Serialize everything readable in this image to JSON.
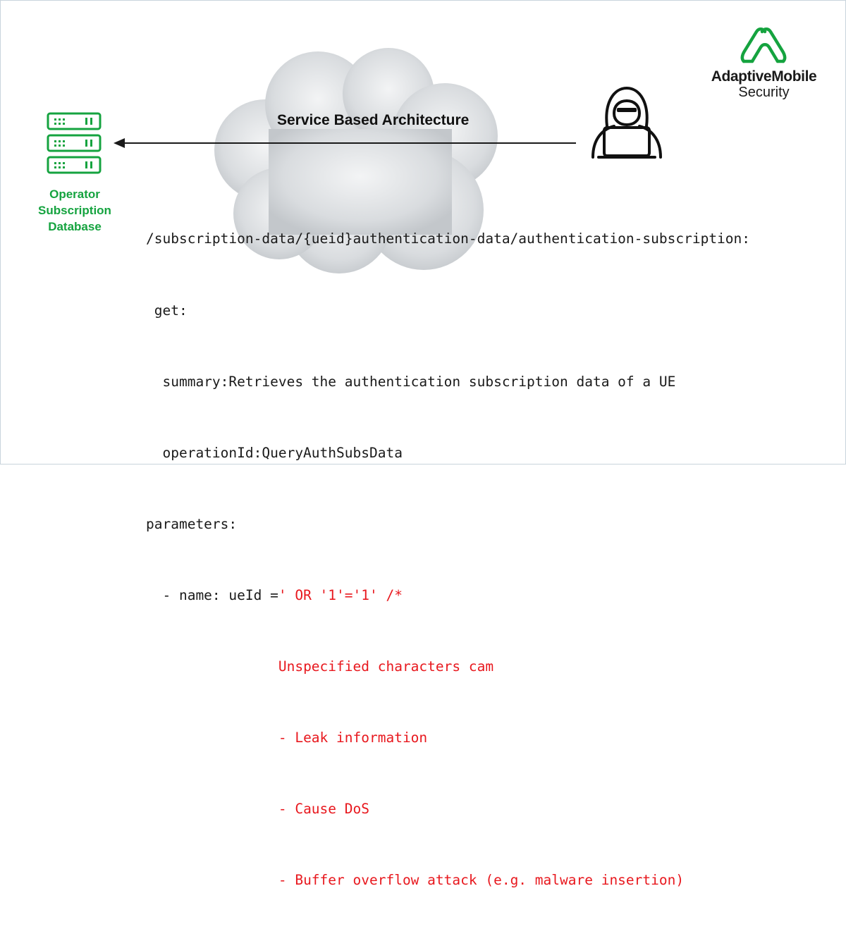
{
  "diagram": {
    "cloud_label": "Service Based Architecture",
    "database": {
      "icon": "server-rack-icon",
      "label_lines": [
        "Operator",
        "Subscription",
        "Database"
      ]
    },
    "attacker": {
      "icon": "hacker-laptop-icon"
    },
    "logo": {
      "line1": "AdaptiveMobile",
      "line2": "Security"
    }
  },
  "code": {
    "path": "/subscription-data/{ueid}authentication-data/authentication-subscription:",
    "get": " get:",
    "summary": "  summary:Retrieves the authentication subscription data of a UE",
    "operation_id": "  operationId:QueryAuthSubsData",
    "parameters": "parameters:",
    "param_name": "  - name: ueId =",
    "injection": "' OR '1'='1' /*",
    "note": "Unspecified characters cam",
    "risks": [
      "- Leak information",
      "- Cause DoS",
      "- Buffer overflow attack (e.g. malware insertion)"
    ]
  },
  "colors": {
    "green": "#15a33f",
    "red": "#e8181e",
    "cloud": "#d4d7da"
  }
}
